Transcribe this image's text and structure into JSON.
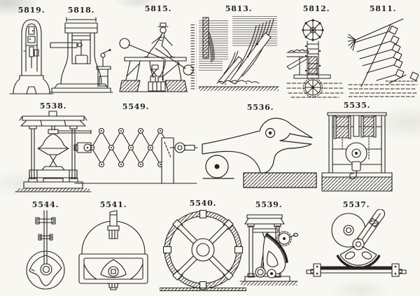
{
  "page": {
    "title": "Plate of numbered machinery engravings",
    "colors": {
      "paper": "#f8f7f2",
      "ink": "#26231e"
    }
  },
  "figures": [
    {
      "label": "5819.",
      "name": "vertical-stamp-press"
    },
    {
      "label": "5818.",
      "name": "steam-hammer"
    },
    {
      "label": "5815.",
      "name": "workman-lever-machine"
    },
    {
      "label": "5813.",
      "name": "inclined-sluice-cascade"
    },
    {
      "label": "5812.",
      "name": "chain-bucket-elevator"
    },
    {
      "label": "5811.",
      "name": "inclined-water-vanes"
    },
    {
      "label": "5538.",
      "name": "screw-press"
    },
    {
      "label": "5549.",
      "name": "lazy-tongs-linkage"
    },
    {
      "label": "5536.",
      "name": "lever-shear-jack"
    },
    {
      "label": "5535.",
      "name": "double-drum-hoist"
    },
    {
      "label": "5544.",
      "name": "shaft-cam-disc"
    },
    {
      "label": "5541.",
      "name": "dome-cam-frame"
    },
    {
      "label": "5540.",
      "name": "segmented-flywheel"
    },
    {
      "label": "5539.",
      "name": "sector-gear-press"
    },
    {
      "label": "5537.",
      "name": "rack-and-sector-gear"
    }
  ]
}
